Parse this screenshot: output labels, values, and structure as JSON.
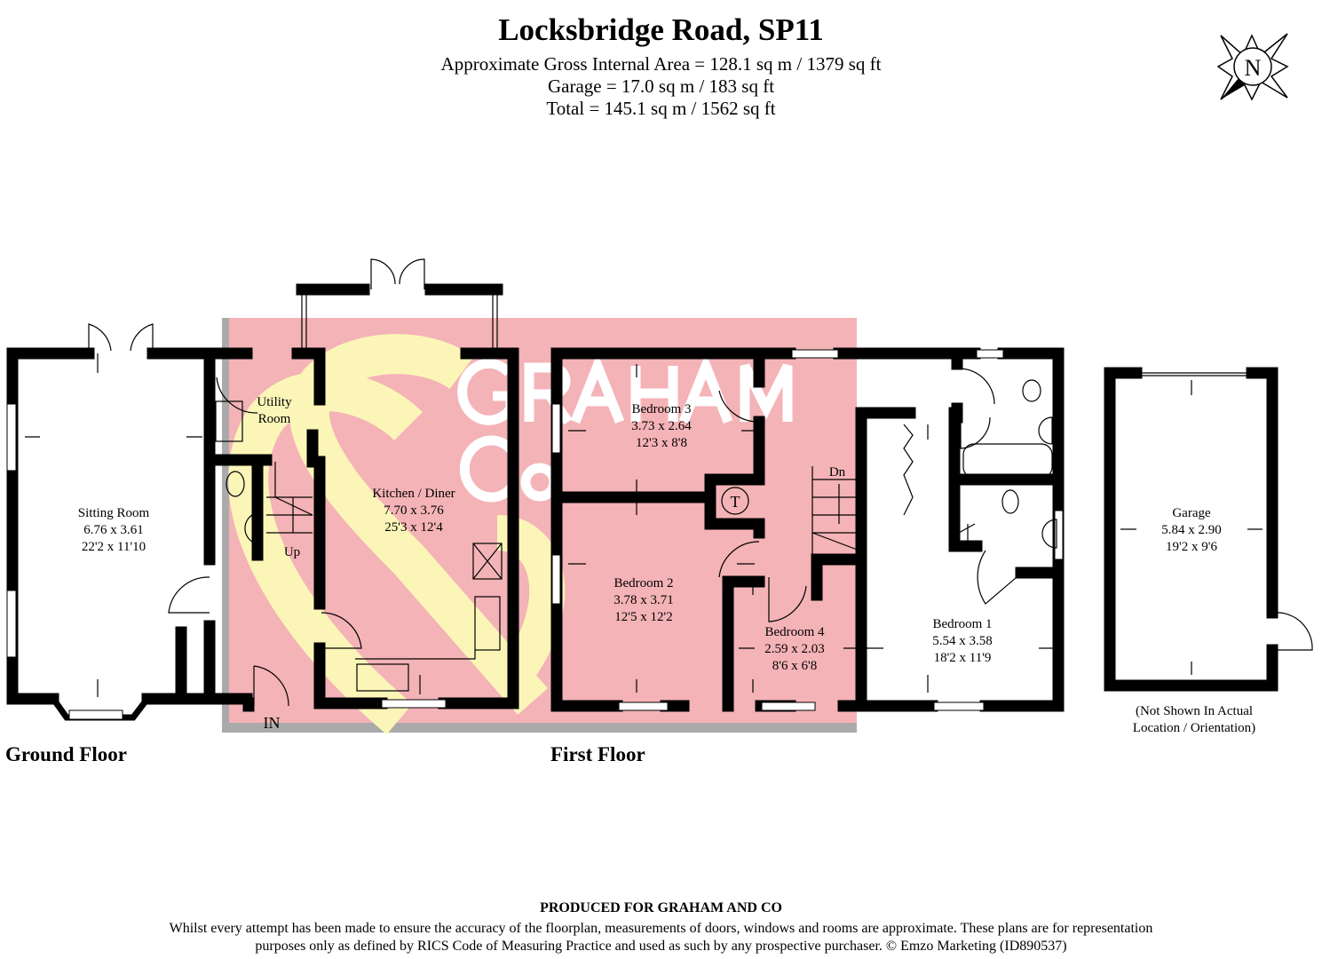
{
  "header": {
    "title": "Locksbridge Road, SP11",
    "area_lines": [
      "Approximate Gross Internal Area = 128.1 sq m / 1379 sq ft",
      "Garage = 17.0 sq m / 183 sq ft",
      "Total = 145.1 sq m / 1562 sq ft"
    ]
  },
  "compass": {
    "label": "N"
  },
  "watermark": {
    "text_1": "GRAHAM",
    "text_2": "&",
    "text_3": "Co",
    "pink": "#f4b3b7",
    "yellow": "#fbf6b8",
    "border": "#aaaaaa"
  },
  "ground_floor": {
    "label": "Ground Floor",
    "rooms": [
      {
        "name": "Sitting Room",
        "metric": "6.76 x 3.61",
        "imperial": "22'2 x 11'10"
      },
      {
        "name": "Utility",
        "name2": "Room"
      },
      {
        "name": "Kitchen / Diner",
        "metric": "7.70 x 3.76",
        "imperial": "25'3 x 12'4"
      }
    ],
    "stairs_label": "Up",
    "entrance_label": "IN"
  },
  "first_floor": {
    "label": "First Floor",
    "rooms": [
      {
        "name": "Bedroom 3",
        "metric": "3.73 x 2.64",
        "imperial": "12'3 x 8'8"
      },
      {
        "name": "Bedroom 2",
        "metric": "3.78 x 3.71",
        "imperial": "12'5 x 12'2"
      },
      {
        "name": "Bedroom 4",
        "metric": "2.59 x 2.03",
        "imperial": "8'6 x 6'8"
      },
      {
        "name": "Bedroom 1",
        "metric": "5.54 x 3.58",
        "imperial": "18'2 x 11'9"
      }
    ],
    "stairs_label": "Dn",
    "tank_label": "T"
  },
  "garage": {
    "name": "Garage",
    "metric": "5.84 x 2.90",
    "imperial": "19'2 x 9'6",
    "note_1": "(Not Shown In Actual",
    "note_2": "Location / Orientation)"
  },
  "footer": {
    "produced": "PRODUCED FOR GRAHAM AND CO",
    "line_1": "Whilst every attempt has been made to ensure the accuracy of the floorplan, measurements of doors, windows and rooms are approximate. These plans are for representation",
    "line_2": "purposes only as defined by RICS Code of Measuring Practice and used as such by any prospective purchaser. © Emzo Marketing (ID890537)"
  }
}
